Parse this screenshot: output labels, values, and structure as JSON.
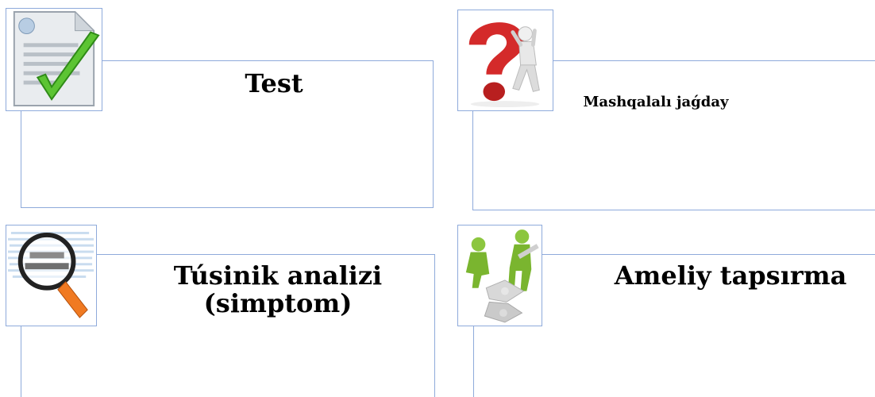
{
  "cards": [
    {
      "title": "Test",
      "icon": "document-checkmark-icon"
    },
    {
      "title": "Mashqalalı jaǵday",
      "icon": "question-mark-person-icon"
    },
    {
      "title_lines": [
        "Túsinik analizi",
        "(simptom)"
      ],
      "icon": "text-analysis-magnifier-icon"
    },
    {
      "title": "Ameliy tapsırma",
      "icon": "puzzle-people-icon"
    }
  ],
  "colors": {
    "frame_border": "#8eaadb",
    "check_green": "#5cc433",
    "question_red": "#d42a2a",
    "magnifier_orange": "#f07a22",
    "puzzle_green": "#8cc63f"
  }
}
